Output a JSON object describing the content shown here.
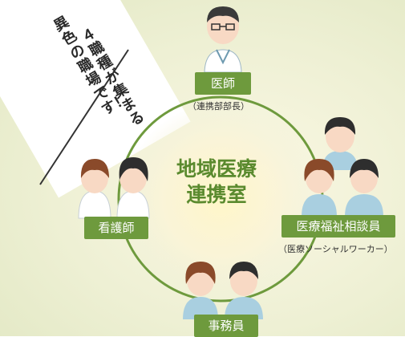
{
  "tagline": {
    "line1": "４職種が集まる",
    "line2": "異色の職場です！"
  },
  "center": {
    "line1": "地域医療",
    "line2": "連携室"
  },
  "roles": {
    "doctor": {
      "label": "医師",
      "sub": "（連携部部長）"
    },
    "nurse": {
      "label": "看護師"
    },
    "social_worker": {
      "label": "医療福祉相談員",
      "sub": "（医療ソーシャルワーカー）"
    },
    "clerk": {
      "label": "事務員"
    }
  },
  "colors": {
    "accent_green": "#6e9a3d",
    "center_text": "#5a8a2e",
    "scrub_blue": "#a9cfe0"
  }
}
